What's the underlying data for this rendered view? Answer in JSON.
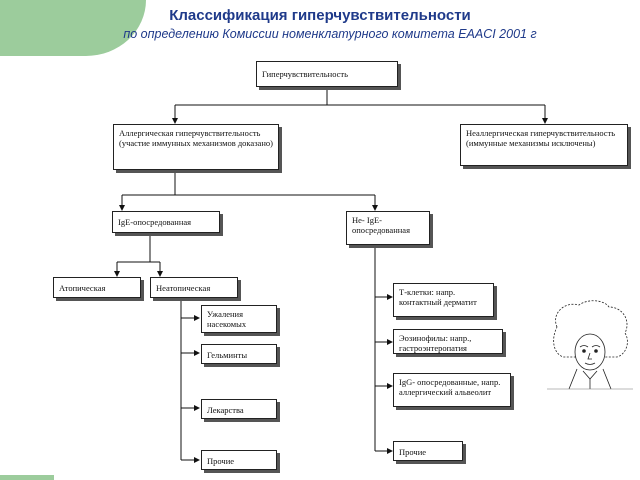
{
  "title": "Классификация гиперчувствительности",
  "subtitle": "по определению Комиссии номенклатурного комитета EAACI 2001 г",
  "nodes": {
    "root": "Гиперчувствительность",
    "allergic": "Аллергическая гиперчувствительность (участие иммунных механизмов доказано)",
    "nonallergic": "Неаллергическая гиперчувствительность (иммунные механизмы исключены)",
    "ige": "IgE-опосредованная",
    "nonige": "Не- IgE-опосредованная",
    "atopic": "Атопическая",
    "nonatopic": "Неатопическая",
    "insects": "Ужаления насекомых",
    "helminths": "Гельминты",
    "drugs": "Лекарства",
    "other1": "Прочие",
    "tcells": "Т-клетки: напр. контактный дерматит",
    "eosin": "Эозинофилы: напр., гастроэнтеропатия",
    "igg": "IgG- опосредованные, напр. аллергический альвеолит",
    "other2": "Прочие"
  },
  "colors": {
    "accent_green": "#9ccc9c",
    "title_blue": "#1f3a8a"
  }
}
